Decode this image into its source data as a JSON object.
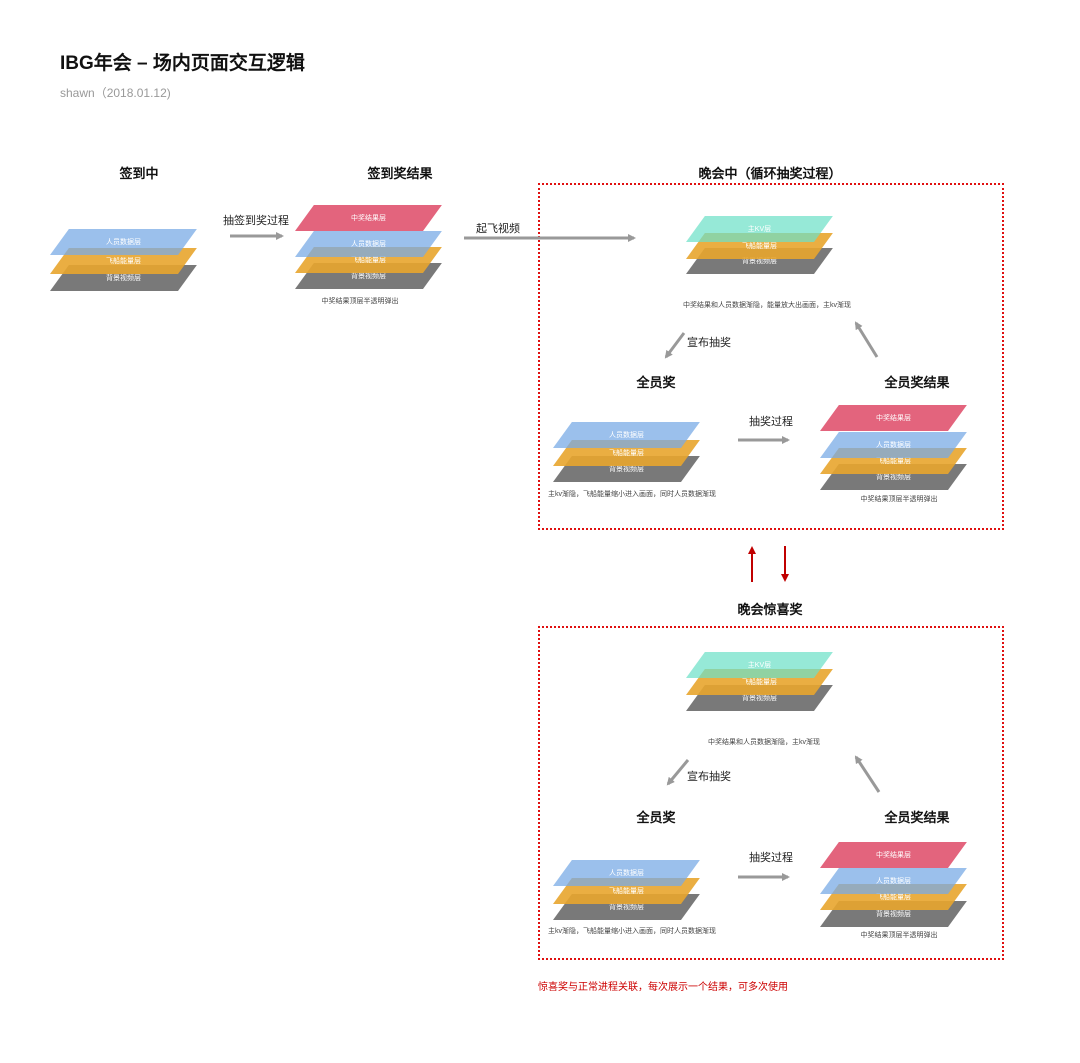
{
  "header": {
    "title": "IBG年会 – 场内页面交互逻辑",
    "subtitle": "shawn（2018.01.12)"
  },
  "sections": {
    "checkin": "签到中",
    "checkin_result": "签到奖结果",
    "gala": "晚会中（循环抽奖过程）",
    "surprise": "晚会惊喜奖"
  },
  "edges": {
    "draw_checkin": "抽签到奖过程",
    "fly_video": "起飞视频",
    "announce_1": "宣布抽奖",
    "draw_1": "抽奖过程",
    "announce_2": "宣布抽奖",
    "draw_2": "抽奖过程"
  },
  "nodes": {
    "all_prize_1": "全员奖",
    "all_prize_result_1": "全员奖结果",
    "all_prize_2": "全员奖",
    "all_prize_result_2": "全员奖结果"
  },
  "layers": {
    "people": "人员数据层",
    "plane": "飞船能量层",
    "bg": "背景视频层",
    "winner": "中奖结果层",
    "main_kv": "主KV层"
  },
  "captions": {
    "checkin_result": "中奖结果顶层半透明弹出",
    "gala_kv": "中奖结果和人员数据渐隐，能量放大出画面，主kv渐现",
    "gala_all": "主kv渐隐，飞船能量缩小进入画面，同时人员数据渐现",
    "gala_result": "中奖结果顶层半透明弹出",
    "surprise_kv": "中奖结果和人员数据渐隐，主kv渐现",
    "surprise_all": "主kv渐隐，飞船能量缩小进入画面，同时人员数据渐现",
    "surprise_result": "中奖结果顶层半透明弹出"
  },
  "footer_note": "惊喜奖与正常进程关联，每次展示一个结果，可多次使用",
  "colors": {
    "accent_red": "#e01010",
    "arrow_gray": "#999999",
    "layer_red": "#de4664",
    "layer_blue": "#78aae6",
    "layer_yellow": "#e8a52d",
    "layer_gray": "#6e6e6e",
    "layer_teal": "#6ee1c8"
  }
}
